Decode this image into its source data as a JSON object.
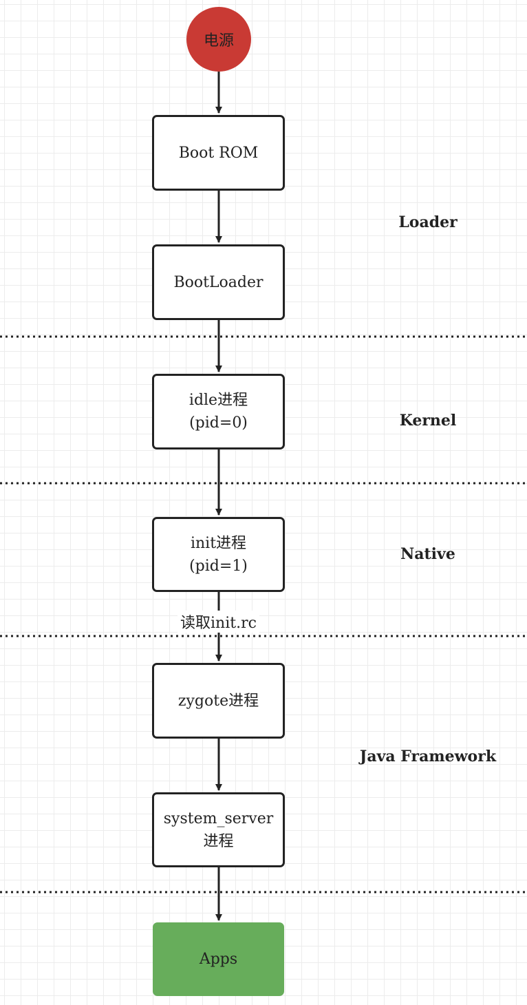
{
  "diagram": {
    "start": "电源",
    "nodes": [
      {
        "lines": [
          "Boot ROM"
        ]
      },
      {
        "lines": [
          "BootLoader"
        ]
      },
      {
        "lines": [
          "idle进程",
          "(pid=0)"
        ]
      },
      {
        "lines": [
          "init进程",
          "(pid=1)"
        ]
      },
      {
        "lines": [
          "zygote进程"
        ]
      },
      {
        "lines": [
          "system_server",
          "进程"
        ]
      }
    ],
    "end": "Apps",
    "edge_label": "读取init.rc",
    "stages": [
      "Loader",
      "Kernel",
      "Native",
      "Java Framework"
    ],
    "colors": {
      "start_fill": "#c93a34",
      "end_fill": "#67ad5b",
      "stroke": "#222222"
    }
  }
}
